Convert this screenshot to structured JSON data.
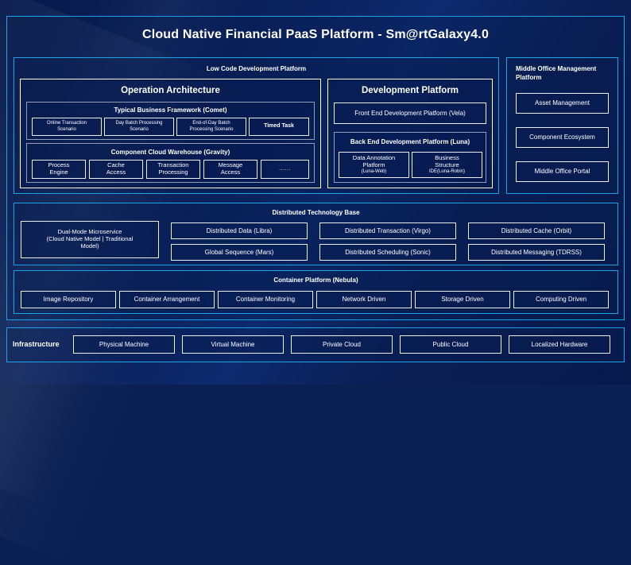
{
  "colors": {
    "page_bg": "#0a1f52",
    "accent_cyan": "#19a3e6",
    "frame_blue": "#2f6fc0",
    "chip_border": "#e9eef8",
    "text": "#ffffff"
  },
  "header": {
    "title": "Cloud Native Financial PaaS Platform - Sm@rtGalaxy4.0"
  },
  "low_code": {
    "title": "Low Code Development Platform",
    "operation_architecture": {
      "title": "Operation Architecture",
      "typical_business_framework": {
        "title": "Typical Business Framework (Comet)",
        "items": [
          {
            "line1": "Online Transaction",
            "line2": "Scenario"
          },
          {
            "line1": "Day Batch Processing",
            "line2": "Scenario"
          },
          {
            "line1": "End-of-Day Batch",
            "line2": "Processing Scenario"
          },
          {
            "line1": "Timed Task",
            "line2": ""
          }
        ]
      },
      "component_cloud_warehouse": {
        "title": "Component Cloud Warehouse (Gravity)",
        "items": [
          {
            "line1": "Process",
            "line2": "Engine"
          },
          {
            "line1": "Cache",
            "line2": "Access"
          },
          {
            "line1": "Transaction",
            "line2": "Processing"
          },
          {
            "line1": "Message",
            "line2": "Access"
          },
          {
            "line1": "......",
            "line2": ""
          }
        ]
      }
    },
    "development_platform": {
      "title": "Development Platform",
      "front_end": "Front End Development Platform (Vela)",
      "back_end": {
        "title": "Back End Development Platform (Luna)",
        "items": [
          {
            "line1": "Data Annotation",
            "line2": "Platform",
            "line3": "(Luna-Web)"
          },
          {
            "line1": "Business",
            "line2": "Structure",
            "line3": "IDE(Luna-Robin)"
          }
        ]
      }
    }
  },
  "middle_office": {
    "title": "Middle Office Management Platform",
    "items": [
      "Asset Management",
      "Component Ecosystem",
      "Middle Office Portal"
    ]
  },
  "distributed_base": {
    "title": "Distributed Technology Base",
    "dual_mode": {
      "line1": "Dual-Mode Microservice",
      "line2": "(Cloud Native Model | Traditional",
      "line3": "Model)"
    },
    "grid": [
      "Distributed Data (Libra)",
      "Distributed Transaction (Virgo)",
      "Distributed Cache (Orbit)",
      "Global Sequence (Mars)",
      "Distributed Scheduling (Sonic)",
      "Distributed Messaging (TDRSS)"
    ]
  },
  "container_platform": {
    "title": "Container Platform (Nebula)",
    "items": [
      "Image Repository",
      "Container Arrangement",
      "Container Monitoring",
      "Network Driven",
      "Storage Driven",
      "Computing Driven"
    ]
  },
  "infrastructure": {
    "label": "Infrastructure",
    "items": [
      "Physical Machine",
      "Virtual Machine",
      "Private Cloud",
      "Public Cloud",
      "Localized Hardware"
    ]
  }
}
